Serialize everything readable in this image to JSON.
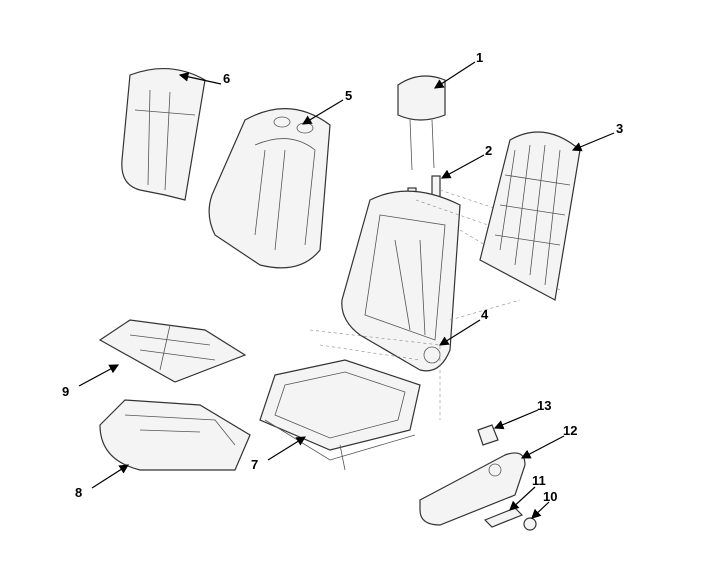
{
  "diagram": {
    "type": "exploded-parts-view",
    "callouts": [
      {
        "id": "1",
        "label": "1"
      },
      {
        "id": "2",
        "label": "2"
      },
      {
        "id": "3",
        "label": "3"
      },
      {
        "id": "4",
        "label": "4"
      },
      {
        "id": "5",
        "label": "5"
      },
      {
        "id": "6",
        "label": "6"
      },
      {
        "id": "7",
        "label": "7"
      },
      {
        "id": "8",
        "label": "8"
      },
      {
        "id": "9",
        "label": "9"
      },
      {
        "id": "10",
        "label": "10"
      },
      {
        "id": "11",
        "label": "11"
      },
      {
        "id": "12",
        "label": "12"
      },
      {
        "id": "13",
        "label": "13"
      }
    ]
  }
}
